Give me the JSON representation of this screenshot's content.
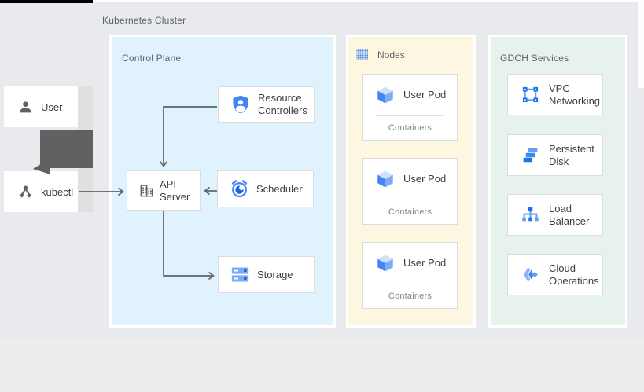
{
  "colors": {
    "cluster_bg": "#e8eaed",
    "left_bg": "#eaeaee",
    "bottom_bg": "#ededed",
    "control_plane_bg": "#e0f2fd",
    "nodes_bg": "#fdf7e2",
    "gdch_bg": "#e7f2ec",
    "box_border": "#dadce0",
    "panel_label_text": "#5f6368",
    "box_label_text": "#3c4043",
    "secondary_text": "#80868b",
    "arrow_gray": "#5f6368",
    "thick_arrow_gray": "#616161",
    "icon_blue": "#4285f4",
    "icon_blue_dark": "#1a73e8",
    "icon_blue_light": "#669df6"
  },
  "cluster": {
    "label": "Kubernetes Cluster"
  },
  "external": {
    "user": {
      "label": "User",
      "icon": "person-icon"
    },
    "kubectl": {
      "label": "kubectl",
      "icon": "kubectl-icon"
    }
  },
  "control_plane": {
    "label": "Control Plane",
    "resource_controllers": {
      "label": "Resource Controllers",
      "icon": "shield-person-icon"
    },
    "api_server": {
      "label": "API Server",
      "icon": "building-icon"
    },
    "scheduler": {
      "label": "Scheduler",
      "icon": "alarm-clock-icon"
    },
    "storage": {
      "label": "Storage",
      "icon": "storage-disks-icon"
    }
  },
  "nodes_panel": {
    "label": "Nodes",
    "icon": "dotted-grid-icon",
    "pods": [
      {
        "label": "User Pod",
        "sublabel": "Containers",
        "icon": "cube-icon"
      },
      {
        "label": "User Pod",
        "sublabel": "Containers",
        "icon": "cube-icon"
      },
      {
        "label": "User Pod",
        "sublabel": "Containers",
        "icon": "cube-icon"
      }
    ]
  },
  "gdch_panel": {
    "label": "GDCH Services",
    "services": [
      {
        "label": "VPC Networking",
        "icon": "vpc-icon"
      },
      {
        "label": "Persistent Disk",
        "icon": "persistent-disk-icon"
      },
      {
        "label": "Load Balancer",
        "icon": "load-balancer-icon"
      },
      {
        "label": "Cloud Operations",
        "icon": "cloud-operations-icon"
      }
    ]
  },
  "arrows": {
    "kubectl_to_api": "kubectl to API Server",
    "rc_to_api": "Resource Controllers to API Server",
    "scheduler_to_api": "Scheduler to API Server",
    "api_to_storage": "API Server to Storage",
    "user_to_kubectl": "User to kubectl"
  }
}
